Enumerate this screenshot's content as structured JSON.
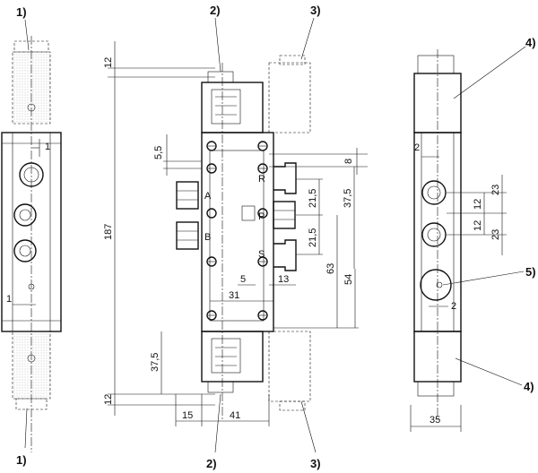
{
  "callouts": {
    "c1_top": "1)",
    "c1_bottom": "1)",
    "c2_top": "2)",
    "c2_bottom": "2)",
    "c3_top": "3)",
    "c3_bottom": "3)",
    "c4_top": "4)",
    "c4_bottom": "4)",
    "c5": "5)"
  },
  "dimensions": {
    "left_view": {
      "d1_top": "1",
      "d1_bottom": "1"
    },
    "front_view": {
      "d12_top": "12",
      "d187": "187",
      "d12_bottom": "12",
      "d5_5": "5,5",
      "d8": "8",
      "d21_5_a": "21,5",
      "d21_5_b": "21,5",
      "d37_5_right": "37,5",
      "d63": "63",
      "d54": "54",
      "d5": "5",
      "d31": "31",
      "d13": "13",
      "d37_5_left": "37,5",
      "d15": "15",
      "d41": "41"
    },
    "right_view": {
      "d2_top": "2",
      "d23_a": "23",
      "d12_a": "12",
      "d12_b": "12",
      "d23_b": "23",
      "d2_bottom": "2",
      "d35": "35"
    }
  },
  "port_labels": {
    "A": "A",
    "B": "B",
    "R": "R",
    "P": "P",
    "S": "S"
  }
}
